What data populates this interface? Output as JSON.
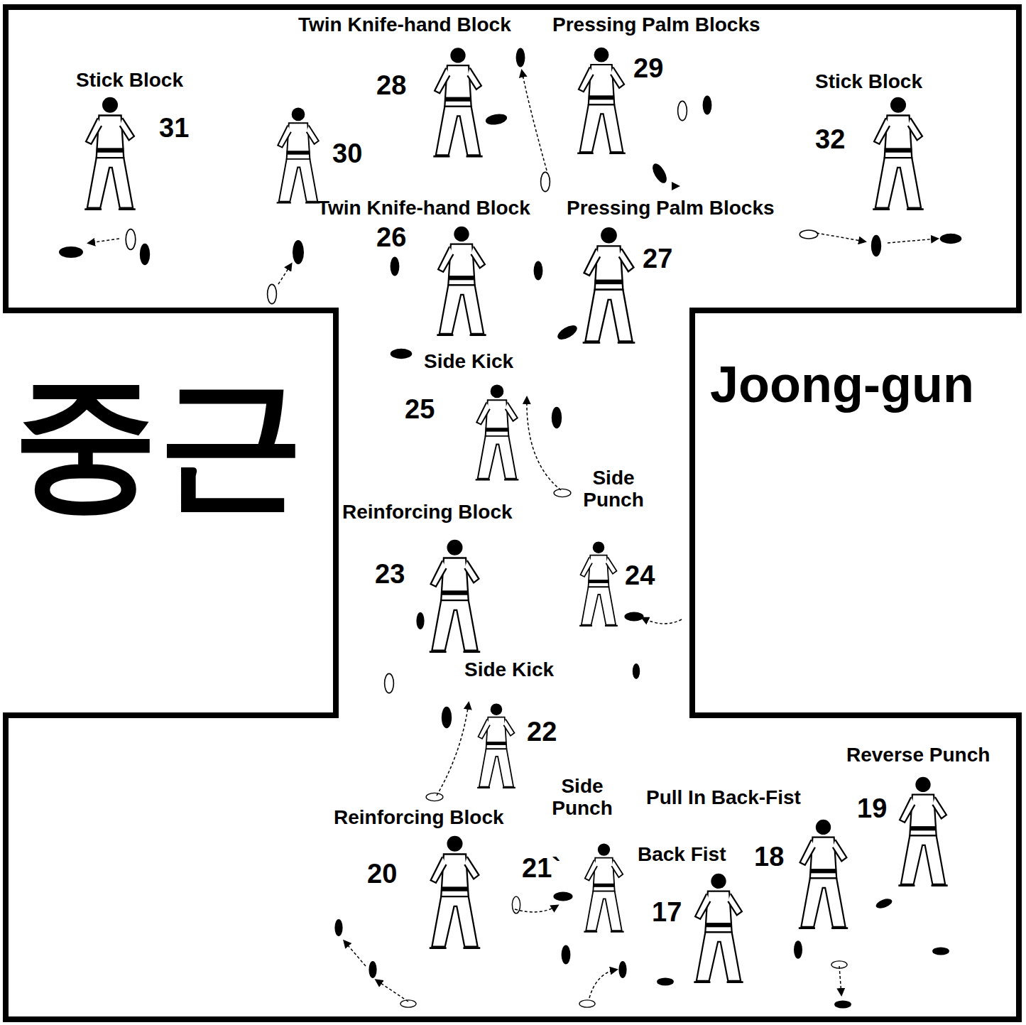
{
  "diagram": {
    "title": "Joong-gun",
    "labels": [
      "Twin Knife-hand Block",
      "Pressing Palm Blocks",
      "Stick Block",
      "31",
      "30",
      "28",
      "29",
      "Stick Block",
      "32",
      "Twin Knife-hand Block",
      "Pressing Palm Blocks",
      "26",
      "27",
      "Side Kick",
      "25",
      "Side Punch",
      "Reinforcing Block",
      "23",
      "24",
      "Side Kick",
      "22",
      "Reverse Punch",
      "19",
      "Side Punch",
      "Pull In Back-Fist",
      "Reinforcing Block",
      "20",
      "21`",
      "18",
      "Back Fist",
      "17",
      "중근"
    ]
  }
}
